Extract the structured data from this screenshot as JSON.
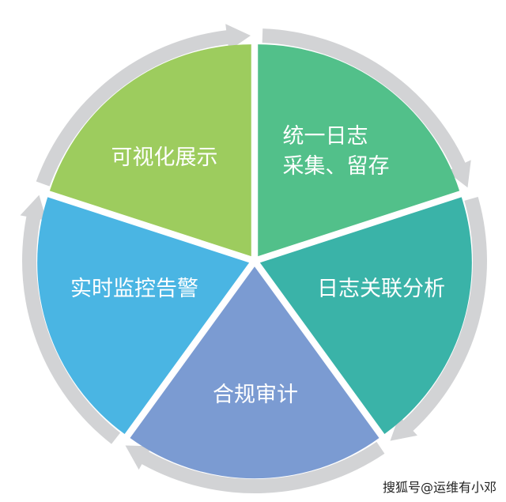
{
  "segments": [
    {
      "label": "统一日志\n采集、留存",
      "line1": "统一日志",
      "line2": "采集、留存",
      "color": "#52c08a"
    },
    {
      "label": "日志关联分析",
      "color": "#3ab3a8"
    },
    {
      "label": "合规审计",
      "color": "#7b9bd2"
    },
    {
      "label": "实时监控告警",
      "color": "#4ab5e3"
    },
    {
      "label": "可视化展示",
      "color": "#9dcc5e"
    }
  ],
  "ring_color": "#d2d3d5",
  "watermark": "搜狐号@运维有小邓"
}
